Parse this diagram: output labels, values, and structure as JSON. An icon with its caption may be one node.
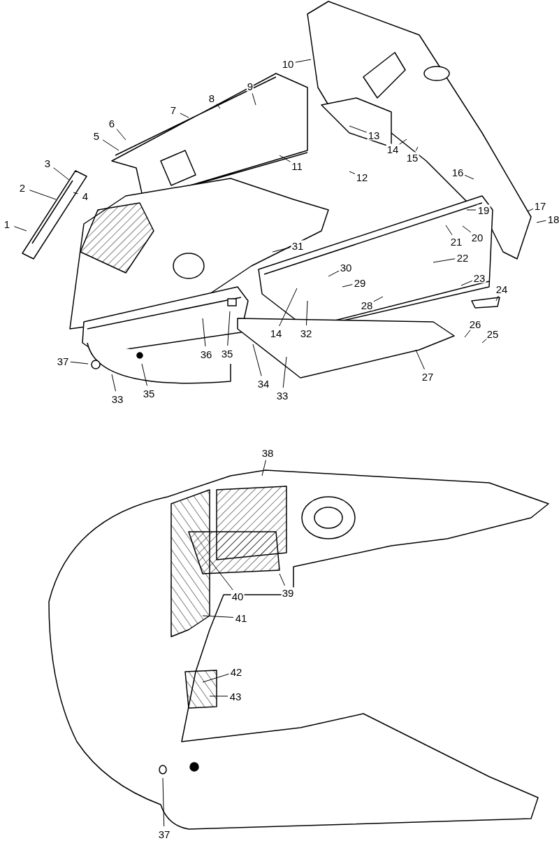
{
  "diagram": {
    "nodes": [
      {
        "text": [
          "1"
        ]
      },
      {
        "text": [
          "2"
        ]
      },
      {
        "text": [
          "3"
        ]
      },
      {
        "text": [
          "4"
        ]
      },
      {
        "text": [
          "5"
        ]
      },
      {
        "text": [
          "6"
        ]
      },
      {
        "text": [
          "7"
        ]
      },
      {
        "text": [
          "8"
        ]
      },
      {
        "text": [
          "9"
        ]
      },
      {
        "text": [
          "10"
        ]
      },
      {
        "text": [
          "11"
        ]
      },
      {
        "text": [
          "12"
        ]
      },
      {
        "text": [
          "13"
        ]
      },
      {
        "text": [
          "14"
        ]
      },
      {
        "text": [
          "15"
        ]
      },
      {
        "text": [
          "16"
        ]
      },
      {
        "text": [
          "17"
        ]
      },
      {
        "text": [
          "18"
        ]
      },
      {
        "text": [
          "19"
        ]
      },
      {
        "text": [
          "20"
        ]
      },
      {
        "text": [
          "21"
        ]
      },
      {
        "text": [
          "22"
        ]
      },
      {
        "text": [
          "23"
        ]
      },
      {
        "text": [
          "24"
        ]
      },
      {
        "text": [
          "25"
        ]
      },
      {
        "text": [
          "26"
        ]
      },
      {
        "text": [
          "27"
        ]
      },
      {
        "text": [
          "28"
        ]
      },
      {
        "text": [
          "29"
        ]
      },
      {
        "text": [
          "30"
        ]
      },
      {
        "text": [
          "31"
        ]
      },
      {
        "text": [
          "32"
        ]
      },
      {
        "text": [
          "14"
        ]
      },
      {
        "text": [
          "33"
        ]
      },
      {
        "text": [
          "34"
        ]
      },
      {
        "text": [
          "35"
        ]
      },
      {
        "text": [
          "36"
        ]
      },
      {
        "text": [
          "37"
        ]
      },
      {
        "text": [
          "33"
        ]
      },
      {
        "text": [
          "35"
        ]
      },
      {
        "text": [
          "38"
        ]
      },
      {
        "text": [
          "40"
        ]
      },
      {
        "text": [
          "39"
        ]
      },
      {
        "text": [
          "41"
        ]
      },
      {
        "text": [
          "42"
        ]
      },
      {
        "text": [
          "43"
        ]
      },
      {
        "text": [
          "37"
        ]
      }
    ],
    "edges": [
      {
        "from": 0,
        "to": null,
        "arrow": "none"
      },
      {
        "from": 1,
        "to": null,
        "arrow": "none"
      },
      {
        "from": 2,
        "to": null,
        "arrow": "none"
      },
      {
        "from": 3,
        "to": null,
        "arrow": "none"
      },
      {
        "from": 4,
        "to": null,
        "arrow": "none"
      },
      {
        "from": 5,
        "to": null,
        "arrow": "none"
      },
      {
        "from": 6,
        "to": null,
        "arrow": "none"
      },
      {
        "from": 7,
        "to": null,
        "arrow": "none"
      },
      {
        "from": 8,
        "to": null,
        "arrow": "none"
      },
      {
        "from": 9,
        "to": null,
        "arrow": "none"
      },
      {
        "from": 10,
        "to": null,
        "arrow": "none"
      },
      {
        "from": 11,
        "to": null,
        "arrow": "none"
      },
      {
        "from": 12,
        "to": null,
        "arrow": "none"
      },
      {
        "from": 13,
        "to": null,
        "arrow": "none"
      },
      {
        "from": 14,
        "to": null,
        "arrow": "none"
      },
      {
        "from": 15,
        "to": null,
        "arrow": "none"
      },
      {
        "from": 16,
        "to": null,
        "arrow": "none"
      },
      {
        "from": 17,
        "to": null,
        "arrow": "none"
      },
      {
        "from": 18,
        "to": null,
        "arrow": "none"
      },
      {
        "from": 19,
        "to": null,
        "arrow": "none"
      },
      {
        "from": 20,
        "to": null,
        "arrow": "none"
      },
      {
        "from": 21,
        "to": null,
        "arrow": "none"
      },
      {
        "from": 22,
        "to": null,
        "arrow": "none"
      },
      {
        "from": 23,
        "to": null,
        "arrow": "none"
      },
      {
        "from": 24,
        "to": null,
        "arrow": "none"
      },
      {
        "from": 25,
        "to": null,
        "arrow": "none"
      },
      {
        "from": 26,
        "to": null,
        "arrow": "none"
      },
      {
        "from": 27,
        "to": null,
        "arrow": "none"
      },
      {
        "from": 28,
        "to": null,
        "arrow": "none"
      },
      {
        "from": 29,
        "to": null,
        "arrow": "none"
      },
      {
        "from": 30,
        "to": null,
        "arrow": "none"
      },
      {
        "from": 31,
        "to": null,
        "arrow": "none"
      },
      {
        "from": 32,
        "to": null,
        "arrow": "none"
      },
      {
        "from": 33,
        "to": null,
        "arrow": "none"
      },
      {
        "from": 34,
        "to": null,
        "arrow": "none"
      },
      {
        "from": 35,
        "to": null,
        "arrow": "none"
      },
      {
        "from": 36,
        "to": null,
        "arrow": "none"
      },
      {
        "from": 37,
        "to": null,
        "arrow": "none"
      },
      {
        "from": 38,
        "to": null,
        "arrow": "none"
      },
      {
        "from": 39,
        "to": null,
        "arrow": "none"
      },
      {
        "from": 40,
        "to": null,
        "arrow": "none"
      },
      {
        "from": 41,
        "to": null,
        "arrow": "none"
      },
      {
        "from": 42,
        "to": null,
        "arrow": "none"
      },
      {
        "from": 43,
        "to": null,
        "arrow": "none"
      },
      {
        "from": 44,
        "to": null,
        "arrow": "none"
      },
      {
        "from": 45,
        "to": null,
        "arrow": "none"
      },
      {
        "from": 46,
        "to": null,
        "arrow": "none"
      }
    ]
  }
}
